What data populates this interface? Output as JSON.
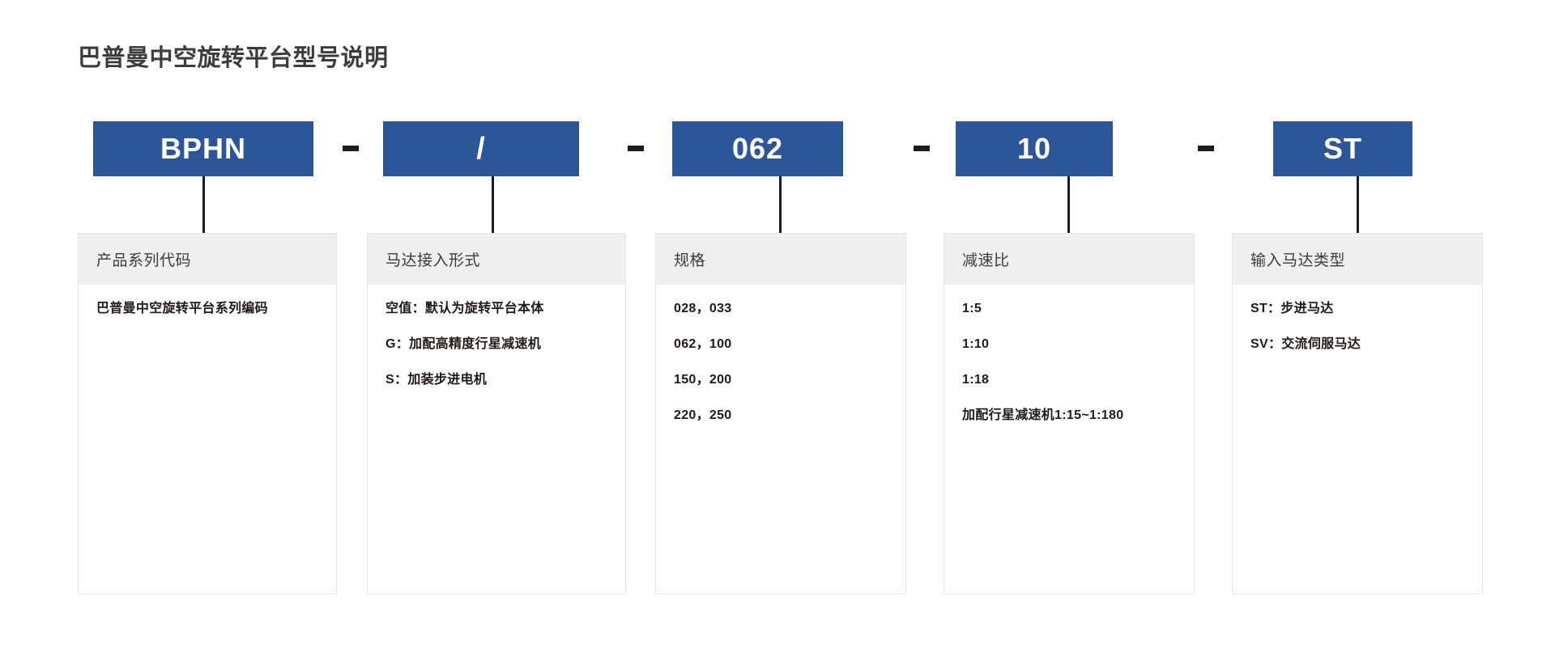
{
  "page": {
    "title": "巴普曼中空旋转平台型号说明",
    "background_color": "#ffffff",
    "accent_color": "#2d5698",
    "header_bg_color": "#efefef",
    "text_color": "#231916"
  },
  "code_row": {
    "separator": "-",
    "chips": [
      {
        "label": "BPHN"
      },
      {
        "label": "/"
      },
      {
        "label": "062"
      },
      {
        "label": "10"
      },
      {
        "label": "ST"
      }
    ]
  },
  "columns": [
    {
      "header": "产品系列代码",
      "lines": [
        "巴普曼中空旋转平台系列编码"
      ]
    },
    {
      "header": "马达接入形式",
      "lines": [
        "空值：默认为旋转平台本体",
        "G：加配高精度行星减速机",
        "S：加装步进电机"
      ]
    },
    {
      "header": "规格",
      "lines": [
        "028，033",
        "062，100",
        "150，200",
        "220，250"
      ]
    },
    {
      "header": "减速比",
      "lines": [
        "1:5",
        "1:10",
        "1:18",
        "加配行星减速机1:15~1:180"
      ]
    },
    {
      "header": "输入马达类型",
      "lines": [
        "ST：步进马达",
        "SV：交流伺服马达"
      ]
    }
  ]
}
